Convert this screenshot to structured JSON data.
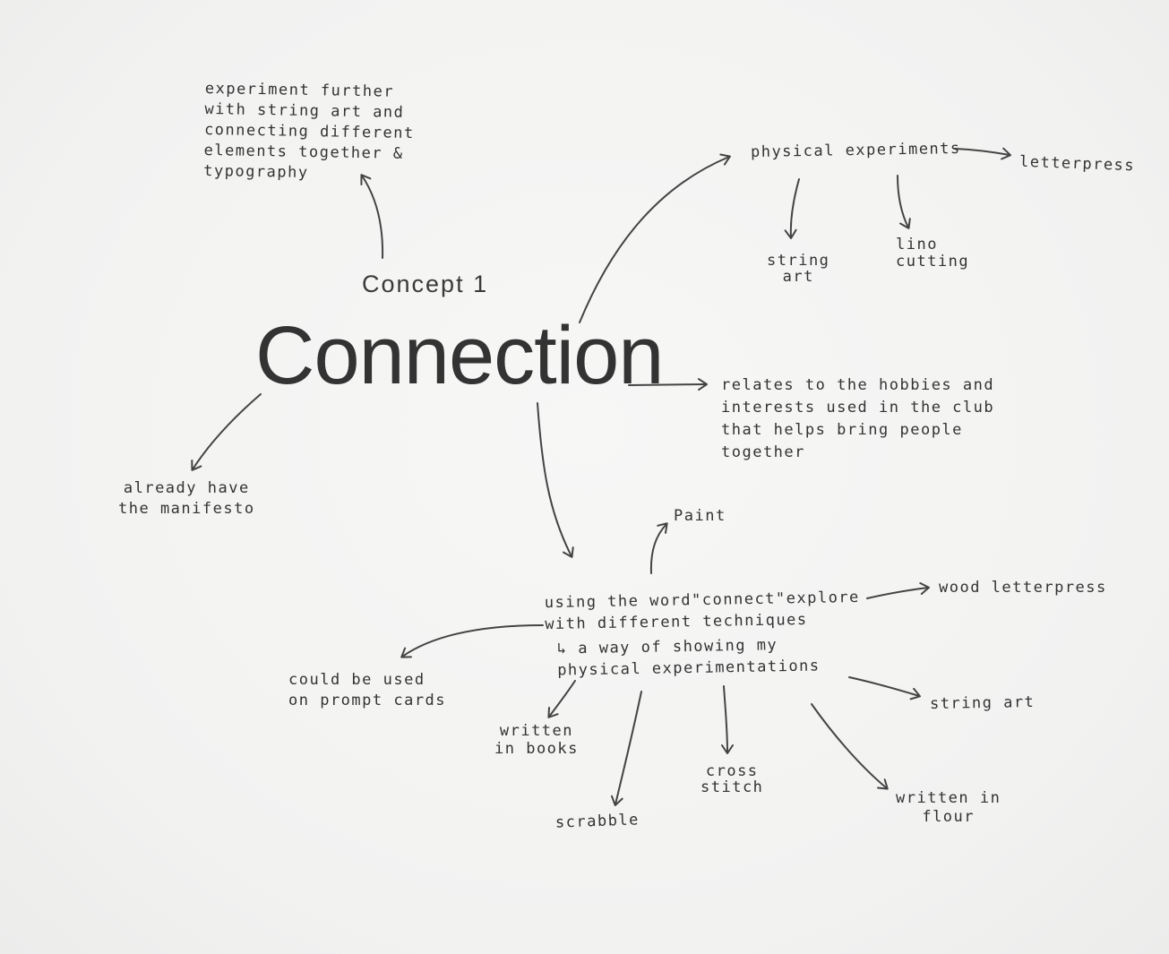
{
  "center": {
    "subtitle": "Concept 1",
    "title": "Connection"
  },
  "nodes": {
    "experiment": "experiment further\nwith string art and\nconnecting different\nelements together &\ntypography",
    "physical": "physical experiments",
    "letterpress": "letterpress",
    "string_art_top": "string\nart",
    "lino": "lino\ncutting",
    "relates": "relates to the hobbies and\ninterests used in the club\nthat helps bring people\ntogether",
    "manifesto": "already have\nthe manifesto",
    "paint": "Paint",
    "using": "using the word\"connect\"explore\nwith different techniques",
    "way": "↳ a way of showing my\nphysical experimentations",
    "wood": "wood letterpress",
    "prompt": "could be used\non prompt cards",
    "books": "written\nin books",
    "scrabble": "scrabble",
    "cross": "cross\nstitch",
    "flour": "written in\nflour",
    "string_art_bottom": "string art"
  }
}
